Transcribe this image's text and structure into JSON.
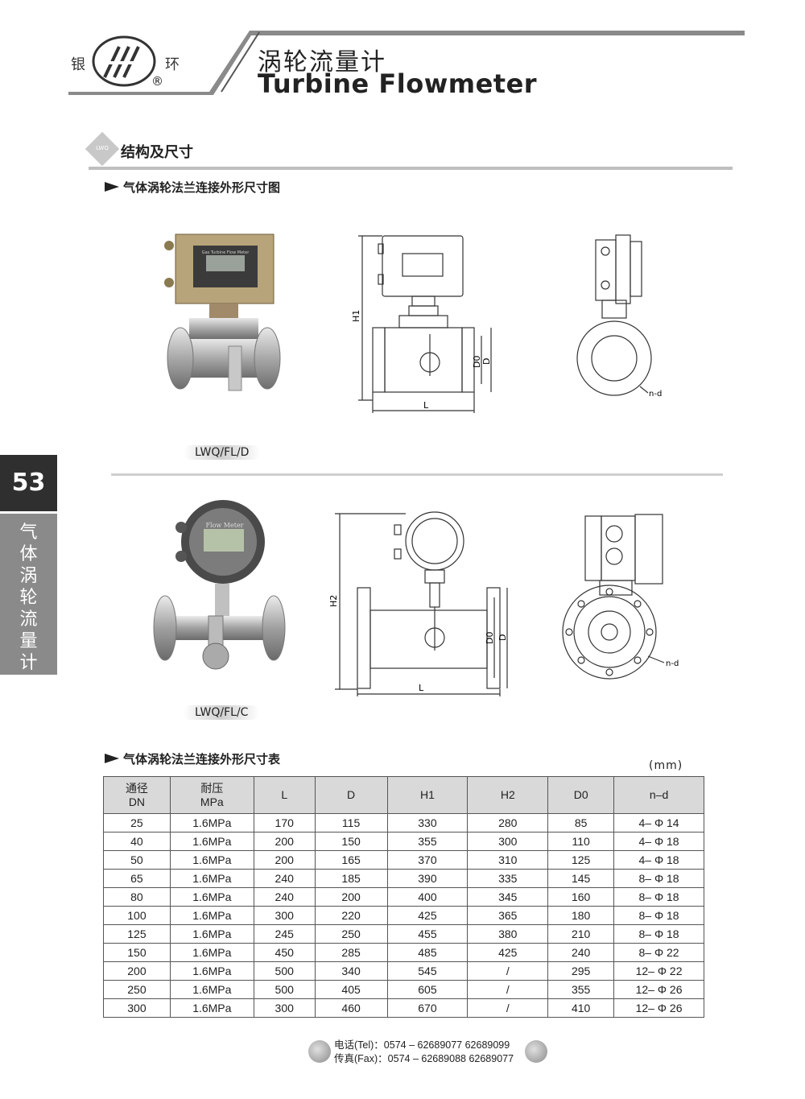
{
  "brand": {
    "left": "银",
    "right": "环",
    "reg": "®"
  },
  "header": {
    "title_cn": "涡轮流量计",
    "title_en": "Turbine Flowmeter"
  },
  "section": {
    "icon_text": "LWQ",
    "title": "结构及尺寸"
  },
  "drawing_section": {
    "title": "气体涡轮法兰连接外形尺寸图"
  },
  "models": [
    {
      "label": "LWQ/FL/D",
      "device_text": "Gas Turbine Flow Meter",
      "dims": {
        "height": "H1",
        "length": "L",
        "d0": "D0",
        "d": "D",
        "nd": "n-d"
      }
    },
    {
      "label": "LWQ/FL/C",
      "device_text": "Flow Meter",
      "dims": {
        "height": "H2",
        "length": "L",
        "d0": "D0",
        "d": "D",
        "nd": "n-d"
      }
    }
  ],
  "side_tab": {
    "page_number": "53",
    "chars": [
      "气",
      "体",
      "涡",
      "轮",
      "流",
      "量",
      "计"
    ]
  },
  "table_section": {
    "title": "气体涡轮法兰连接外形尺寸表",
    "unit": "(mm)"
  },
  "table": {
    "headers": [
      {
        "l1": "通径",
        "l2": "DN"
      },
      {
        "l1": "耐压",
        "l2": "MPa"
      },
      {
        "l1": "L",
        "l2": ""
      },
      {
        "l1": "D",
        "l2": ""
      },
      {
        "l1": "H1",
        "l2": ""
      },
      {
        "l1": "H2",
        "l2": ""
      },
      {
        "l1": "D0",
        "l2": ""
      },
      {
        "l1": "n–d",
        "l2": ""
      }
    ],
    "rows": [
      [
        "25",
        "1.6MPa",
        "170",
        "115",
        "330",
        "280",
        "85",
        "4– Φ 14"
      ],
      [
        "40",
        "1.6MPa",
        "200",
        "150",
        "355",
        "300",
        "110",
        "4– Φ 18"
      ],
      [
        "50",
        "1.6MPa",
        "200",
        "165",
        "370",
        "310",
        "125",
        "4– Φ 18"
      ],
      [
        "65",
        "1.6MPa",
        "240",
        "185",
        "390",
        "335",
        "145",
        "8– Φ 18"
      ],
      [
        "80",
        "1.6MPa",
        "240",
        "200",
        "400",
        "345",
        "160",
        "8– Φ 18"
      ],
      [
        "100",
        "1.6MPa",
        "300",
        "220",
        "425",
        "365",
        "180",
        "8– Φ 18"
      ],
      [
        "125",
        "1.6MPa",
        "245",
        "250",
        "455",
        "380",
        "210",
        "8– Φ 18"
      ],
      [
        "150",
        "1.6MPa",
        "450",
        "285",
        "485",
        "425",
        "240",
        "8– Φ 22"
      ],
      [
        "200",
        "1.6MPa",
        "500",
        "340",
        "545",
        "/",
        "295",
        "12– Φ 22"
      ],
      [
        "250",
        "1.6MPa",
        "500",
        "405",
        "605",
        "/",
        "355",
        "12– Φ 26"
      ],
      [
        "300",
        "1.6MPa",
        "300",
        "460",
        "670",
        "/",
        "410",
        "12– Φ 26"
      ]
    ]
  },
  "footer": {
    "tel": "电话(Tel)：0574 – 62689077  62689099",
    "fax": "传真(Fax)：0574 – 62689088  62689077"
  }
}
